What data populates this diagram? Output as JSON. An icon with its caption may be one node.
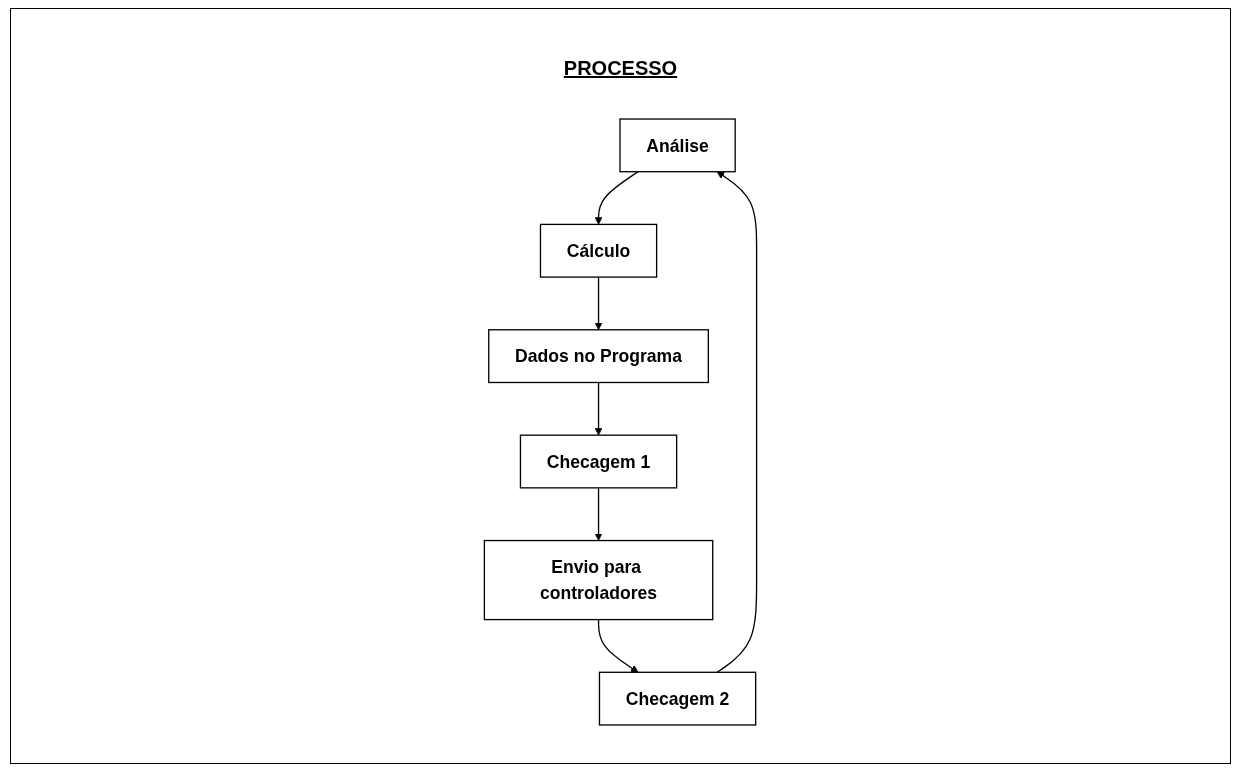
{
  "diagram": {
    "title": "PROCESSO",
    "nodes": [
      {
        "text": [
          "Análise"
        ]
      },
      {
        "text": [
          "Cálculo"
        ]
      },
      {
        "text": [
          "Dados no Programa"
        ]
      },
      {
        "text": [
          "Checagem 1"
        ]
      },
      {
        "text": [
          "Envio para controladores"
        ]
      },
      {
        "text": [
          "Checagem 2"
        ]
      }
    ],
    "edges": [
      {
        "from": 0,
        "to": 1,
        "arrow": "to"
      },
      {
        "from": 1,
        "to": 2,
        "arrow": "to"
      },
      {
        "from": 2,
        "to": 3,
        "arrow": "to"
      },
      {
        "from": 3,
        "to": 4,
        "arrow": "to"
      },
      {
        "from": 4,
        "to": 5,
        "arrow": "to"
      },
      {
        "from": 5,
        "to": 0,
        "arrow": "to"
      }
    ]
  }
}
